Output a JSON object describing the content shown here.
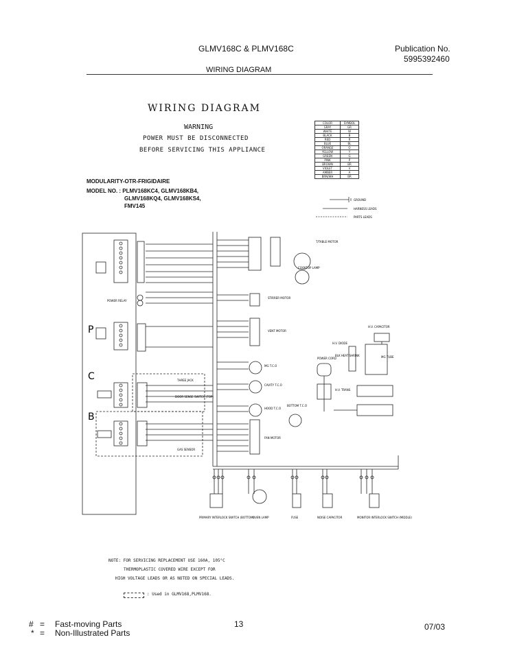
{
  "header": {
    "model": "GLMV168C & PLMV168C",
    "publication_label": "Publication No.",
    "publication_number": "5995392460",
    "section": "WIRING DIAGRAM"
  },
  "diagram": {
    "title": "WIRING DIAGRAM",
    "warning_title": "WARNING",
    "warning_line1": "POWER MUST BE DISCONNECTED",
    "warning_line2": "BEFORE SERVICING THIS APPLIANCE",
    "modularity": "MODULARITY-OTR-FRIGIDAIRE",
    "model_line1": "MODEL NO. : PLMV168KC4, GLMV168KB4,",
    "model_line2": "GLMV168KQ4, GLMV168KS4,",
    "model_line3": "FMV145"
  },
  "color_table": {
    "headers": [
      "COLOR",
      "SYMBOL"
    ],
    "rows": [
      [
        "GRAY",
        "GR"
      ],
      [
        "WHITE",
        "W"
      ],
      [
        "BLACK",
        "B"
      ],
      [
        "RED",
        "R"
      ],
      [
        "BLUE",
        "BL"
      ],
      [
        "ORANGE",
        "O"
      ],
      [
        "YELLOW",
        "Y"
      ],
      [
        "GREEN",
        "G"
      ],
      [
        "PINK",
        "P"
      ],
      [
        "BROWN",
        "BR"
      ],
      [
        "VIOLET",
        "V"
      ],
      [
        "AMBER",
        "A"
      ],
      [
        "BRN/WH",
        "BR"
      ]
    ]
  },
  "legend": {
    "ground": "GROUND",
    "harness": "HARNESS LEADS",
    "parts": "PARTS LEADS"
  },
  "board_letters": [
    "P",
    "C",
    "B"
  ],
  "components": {
    "turntable_motor": "T/TABLE MOTOR",
    "cooktop_lamp": "COOKTOP LAMP",
    "stirrer_motor": "STIRRER MOTOR",
    "vent_motor": "VENT MOTOR",
    "mg_tco": "MG T.C.O",
    "cavity_tco": "CAVITY T.C.O",
    "hood_tco": "HOOD T.C.O",
    "fan_motor": "FAN MOTOR",
    "bottom_tco": "BOTTOM T.C.O",
    "power_cord": "POWER CORD",
    "hv_capacitor": "H.V. CAPACITOR",
    "hv_diode": "H.V. DIODE",
    "blk_heat_shrink": "BLK HEAT SHRINK",
    "mg_tube": "MG TUBE",
    "hv_trans": "H.V. TRANS",
    "power_relay": "POWER RELAY",
    "three_jack": "THREE JACK",
    "door_sense_switch": "DOOR SENSE SWITCH (TOP)",
    "gas_sensor": "GAS SENSOR",
    "primary_switch": "PRIMARY INTERLOCK SWITCH (BOTTOM)",
    "oven_lamp": "OVEN LAMP",
    "fuse": "FUSE",
    "noise_capacitor": "NOISE CAPACITOR",
    "monitor_switch": "MONITOR INTERLOCK SWITCH (MIDDLE)"
  },
  "notes": {
    "line1": "NOTE: FOR SERVICING REPLACEMENT USE 160A, 105°C",
    "line2": "THERMOPLASTIC COVERED WIRE EXCEPT FOR",
    "line3": "HIGH VOLTAGE LEADS OR AS NOTED ON SPECIAL LEADS.",
    "used_in": ": Used in GLMV168,PLMV168."
  },
  "footer": {
    "fast_symbol": "#",
    "fast_eq": "=",
    "fast_label": "Fast-moving Parts",
    "non_symbol": "*",
    "non_eq": "=",
    "non_label": "Non-Illustrated Parts",
    "page": "13",
    "date": "07/03"
  }
}
